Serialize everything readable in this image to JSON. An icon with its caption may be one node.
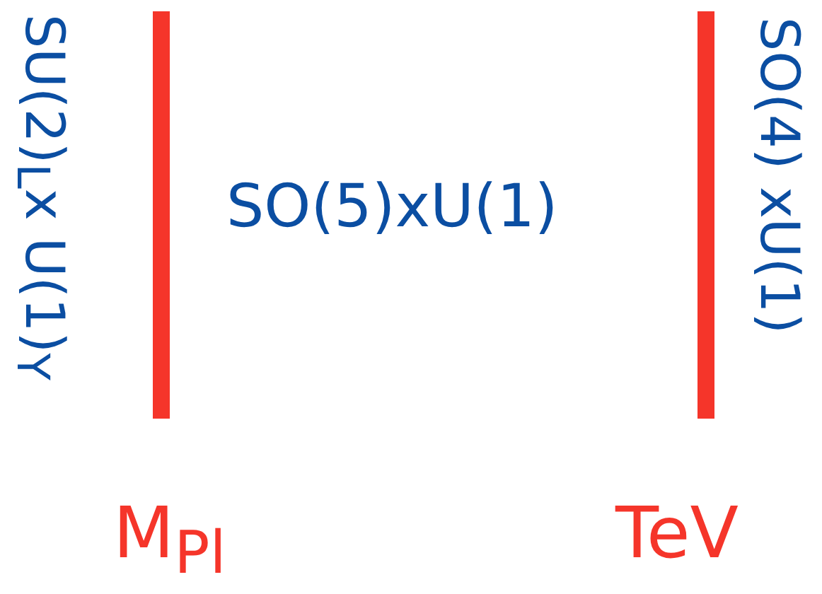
{
  "diagram": {
    "labels": [
      "SU(2)$_{L}$x U(1)$_{Y}$",
      "SO(5)xU(1)",
      "SO(4) xU(1)",
      "M$_{Pl}$",
      "TeV"
    ]
  }
}
